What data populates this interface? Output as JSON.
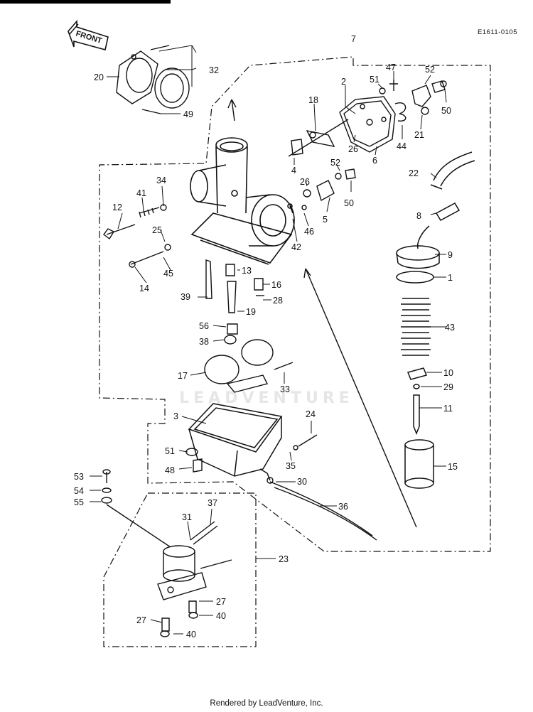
{
  "diagram": {
    "code": "E1611-0105",
    "direction_label": "FRONT",
    "footer": "Rendered by LeadVenture, Inc.",
    "watermark": "LEADVENTURE",
    "callouts": [
      "7",
      "2",
      "18",
      "47",
      "51",
      "52",
      "50",
      "21",
      "44",
      "6",
      "26",
      "4",
      "52",
      "26",
      "50",
      "5",
      "46",
      "42",
      "22",
      "8",
      "9",
      "1",
      "43",
      "10",
      "29",
      "11",
      "15",
      "20",
      "32",
      "49",
      "34",
      "41",
      "12",
      "25",
      "45",
      "14",
      "13",
      "16",
      "39",
      "28",
      "19",
      "56",
      "38",
      "17",
      "33",
      "3",
      "24",
      "51",
      "35",
      "48",
      "30",
      "53",
      "54",
      "55",
      "36",
      "31",
      "37",
      "23",
      "27",
      "40",
      "27",
      "40"
    ]
  }
}
